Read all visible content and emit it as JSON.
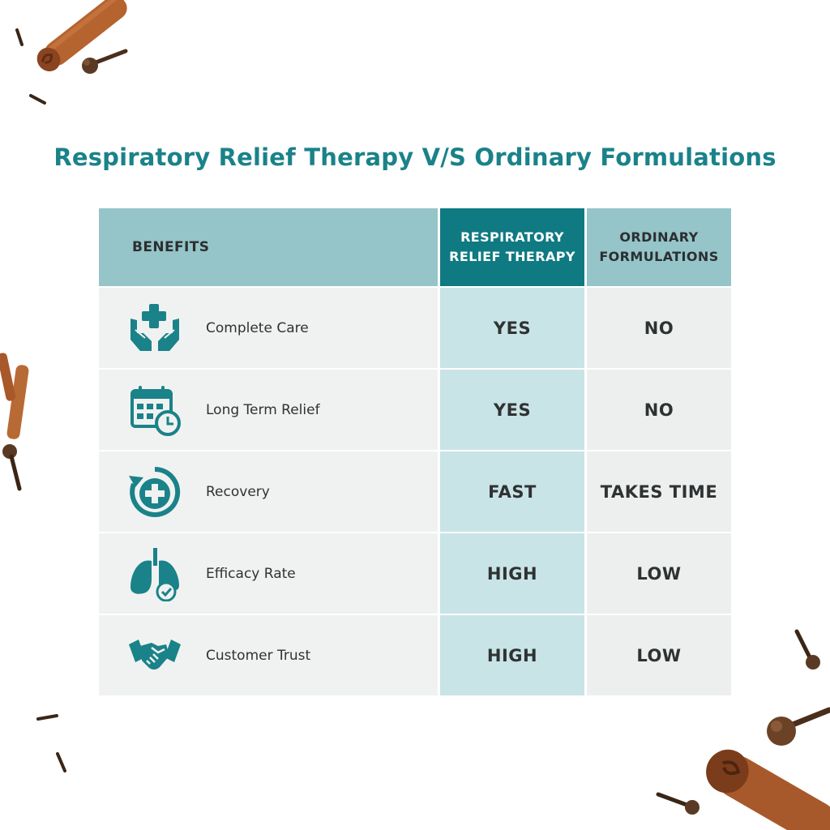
{
  "title": "Respiratory Relief Therapy V/S Ordinary Formulations",
  "colors": {
    "accent": "#1a8289",
    "header_dark": "#0f7a82",
    "header_light": "#95c4c9",
    "rrt_cell": "#c9e4e6",
    "row_bg": "#f0f2f1"
  },
  "table": {
    "headers": {
      "benefits": "BENEFITS",
      "rrt_line1": "RESPIRATORY",
      "rrt_line2": "RELIEF THERAPY",
      "ord_line1": "ORDINARY",
      "ord_line2": "FORMULATIONS"
    },
    "rows": [
      {
        "icon": "hands-medical-cross-icon",
        "benefit": "Complete Care",
        "rrt": "YES",
        "ordinary": "NO"
      },
      {
        "icon": "calendar-clock-icon",
        "benefit": "Long Term Relief",
        "rrt": "YES",
        "ordinary": "NO"
      },
      {
        "icon": "recovery-cross-icon",
        "benefit": "Recovery",
        "rrt": "FAST",
        "ordinary": "TAKES TIME"
      },
      {
        "icon": "lungs-check-icon",
        "benefit": "Efficacy Rate",
        "rrt": "HIGH",
        "ordinary": "LOW"
      },
      {
        "icon": "handshake-icon",
        "benefit": "Customer Trust",
        "rrt": "HIGH",
        "ordinary": "LOW"
      }
    ]
  }
}
